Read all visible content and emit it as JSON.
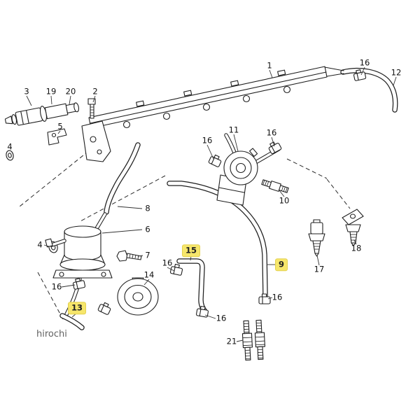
{
  "watermark": {
    "text": "hirochi"
  },
  "colors": {
    "background": "#FFFFFF",
    "line": "#1F1F1F",
    "highlight": "#F6E66B"
  },
  "highlighted_parts": [
    "15",
    "9",
    "13"
  ],
  "callouts": [
    {
      "label": "3",
      "highlighted": false
    },
    {
      "label": "19",
      "highlighted": false
    },
    {
      "label": "20",
      "highlighted": false
    },
    {
      "label": "2",
      "highlighted": false
    },
    {
      "label": "1",
      "highlighted": false
    },
    {
      "label": "16",
      "highlighted": false
    },
    {
      "label": "12",
      "highlighted": false
    },
    {
      "label": "5",
      "highlighted": false
    },
    {
      "label": "4",
      "highlighted": false
    },
    {
      "label": "16",
      "highlighted": false
    },
    {
      "label": "11",
      "highlighted": false
    },
    {
      "label": "16",
      "highlighted": false
    },
    {
      "label": "10",
      "highlighted": false
    },
    {
      "label": "8",
      "highlighted": false
    },
    {
      "label": "6",
      "highlighted": false
    },
    {
      "label": "7",
      "highlighted": false
    },
    {
      "label": "4",
      "highlighted": false
    },
    {
      "label": "16",
      "highlighted": false
    },
    {
      "label": "15",
      "highlighted": true
    },
    {
      "label": "9",
      "highlighted": true
    },
    {
      "label": "14",
      "highlighted": false
    },
    {
      "label": "17",
      "highlighted": false
    },
    {
      "label": "18",
      "highlighted": false
    },
    {
      "label": "16",
      "highlighted": false
    },
    {
      "label": "13",
      "highlighted": true
    },
    {
      "label": "16",
      "highlighted": false
    },
    {
      "label": "16",
      "highlighted": false
    },
    {
      "label": "21",
      "highlighted": false
    }
  ]
}
